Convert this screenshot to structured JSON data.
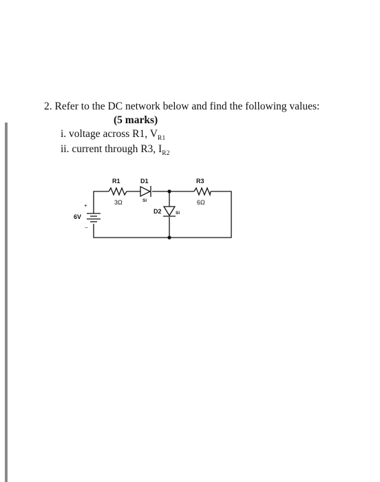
{
  "question": {
    "number": "2.",
    "text": "Refer to the DC network below and find the following values:",
    "marks": "(5 marks)",
    "items": [
      {
        "prefix": "i. voltage across R1, V",
        "sub": "R1"
      },
      {
        "prefix": "ii. current through R3, I",
        "sub": "R2"
      }
    ]
  },
  "circuit": {
    "r1": {
      "name": "R1",
      "value": "3Ω"
    },
    "d1": {
      "name": "D1",
      "type": "Si"
    },
    "d2": {
      "name": "D2",
      "type": "Si"
    },
    "r3": {
      "name": "R3",
      "value": "6Ω"
    },
    "source": {
      "value": "6V",
      "plus": "+",
      "minus": "−"
    }
  }
}
